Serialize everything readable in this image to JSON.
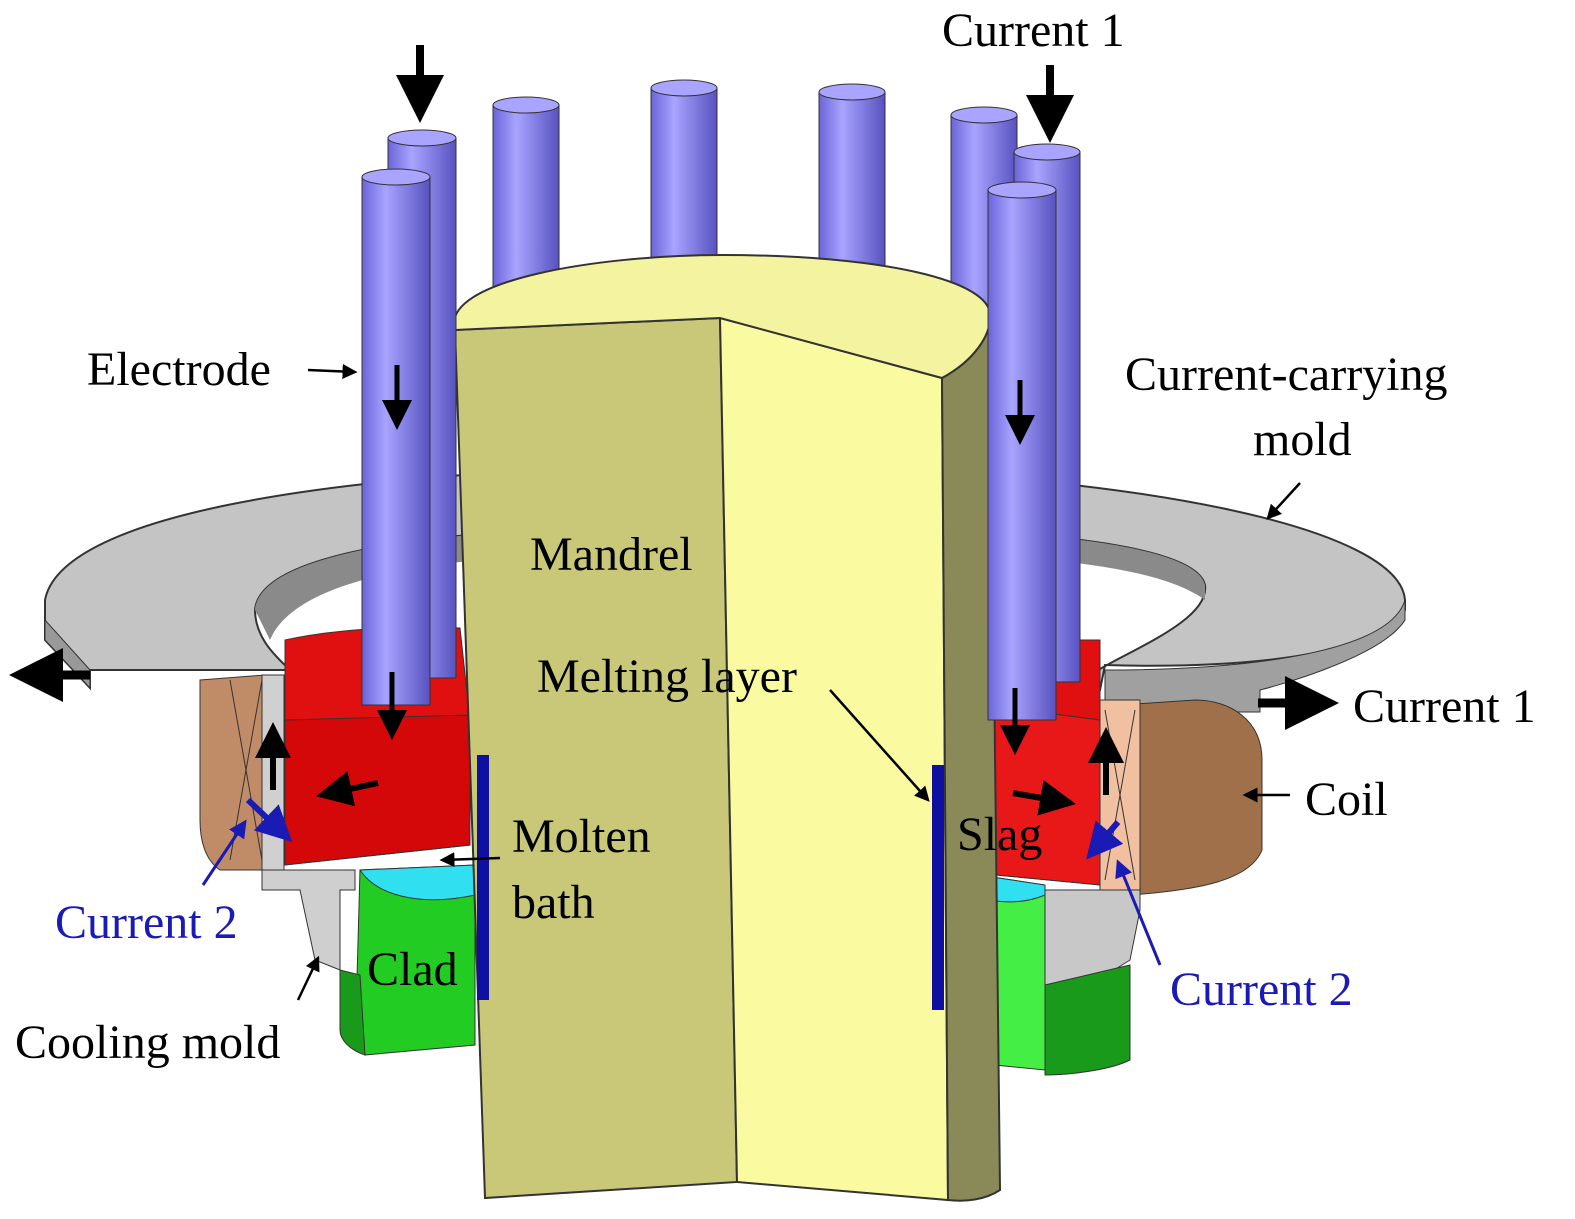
{
  "labels": {
    "current1_top": "Current 1",
    "electrode": "Electrode",
    "current_carrying_mold_line1": "Current-carrying",
    "current_carrying_mold_line2": "mold",
    "mandrel": "Mandrel",
    "melting_layer": "Melting layer",
    "current1_right": "Current 1",
    "coil": "Coil",
    "molten_line1": "Molten",
    "molten_line2": "bath",
    "slag": "Slag",
    "clad": "Clad",
    "current2_left": "Current 2",
    "current2_right": "Current 2",
    "cooling_mold": "Cooling mold"
  },
  "colors": {
    "electrode": "#8c86f0",
    "mandrel_light": "#fafaa0",
    "mandrel_dark": "#c8c878",
    "slag": "#e01010",
    "clad": "#22cc22",
    "molten_bath": "#30e0f0",
    "mold": "#bdbdbd",
    "coil": "#b07850",
    "current2": "#1a1ab4"
  }
}
